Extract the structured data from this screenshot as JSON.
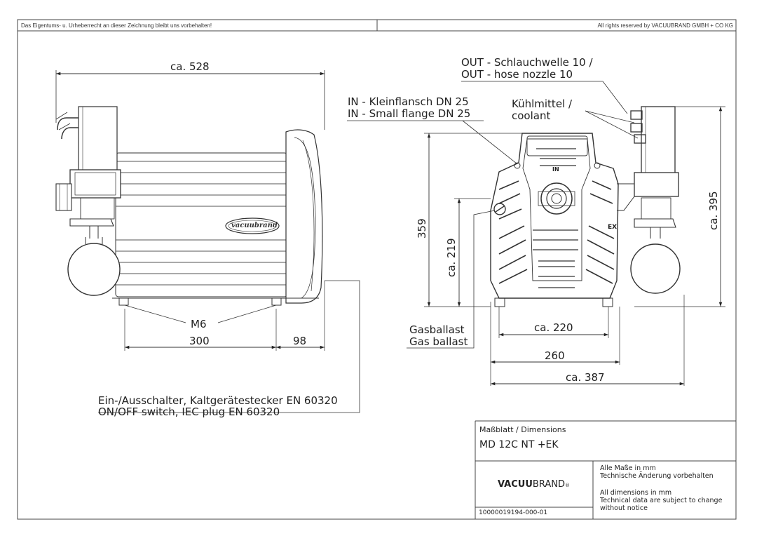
{
  "header": {
    "left_notice": "Das Eigentums- u. Urheberrecht an dieser Zeichnung bleibt uns vorbehalten!",
    "right_notice": "All rights reserved by VACUUBRAND GMBH + CO KG"
  },
  "side_view": {
    "width_total": "ca. 528",
    "thread": "M6",
    "foot_spacing": "300",
    "rear_offset": "98",
    "logo_text": "vacuubrand",
    "switch_label_de": "Ein-/Ausschalter, Kaltgerätestecker EN 60320",
    "switch_label_en": "ON/OFF switch, IEC plug EN 60320"
  },
  "front_view": {
    "out_de": "OUT - Schlauchwelle 10 /",
    "out_en": "OUT - hose nozzle 10",
    "in_de": "IN - Kleinflansch DN 25",
    "in_en": "IN - Small flange DN 25",
    "coolant_de": "Kühlmittel /",
    "coolant_en": "coolant",
    "height_359": "359",
    "height_219": "ca. 219",
    "height_395": "ca. 395",
    "width_220": "ca. 220",
    "width_260": "260",
    "width_387": "ca. 387",
    "gasballast_de": "Gasballast",
    "gasballast_en": "Gas ballast",
    "in_mark": "IN",
    "ex_mark": "EX"
  },
  "title_block": {
    "sheet_label": "Maßblatt / Dimensions",
    "model": "MD 12C NT +EK",
    "brand_bold": "VACUU",
    "brand_regular": "BRAND",
    "note_de_1": "Alle Maße in mm",
    "note_de_2": "Technische Änderung vorbehalten",
    "note_en_1": "All dimensions in mm",
    "note_en_2": "Technical data are subject to change",
    "note_en_3": "without notice",
    "doc_number": "10000019194-000-01"
  }
}
